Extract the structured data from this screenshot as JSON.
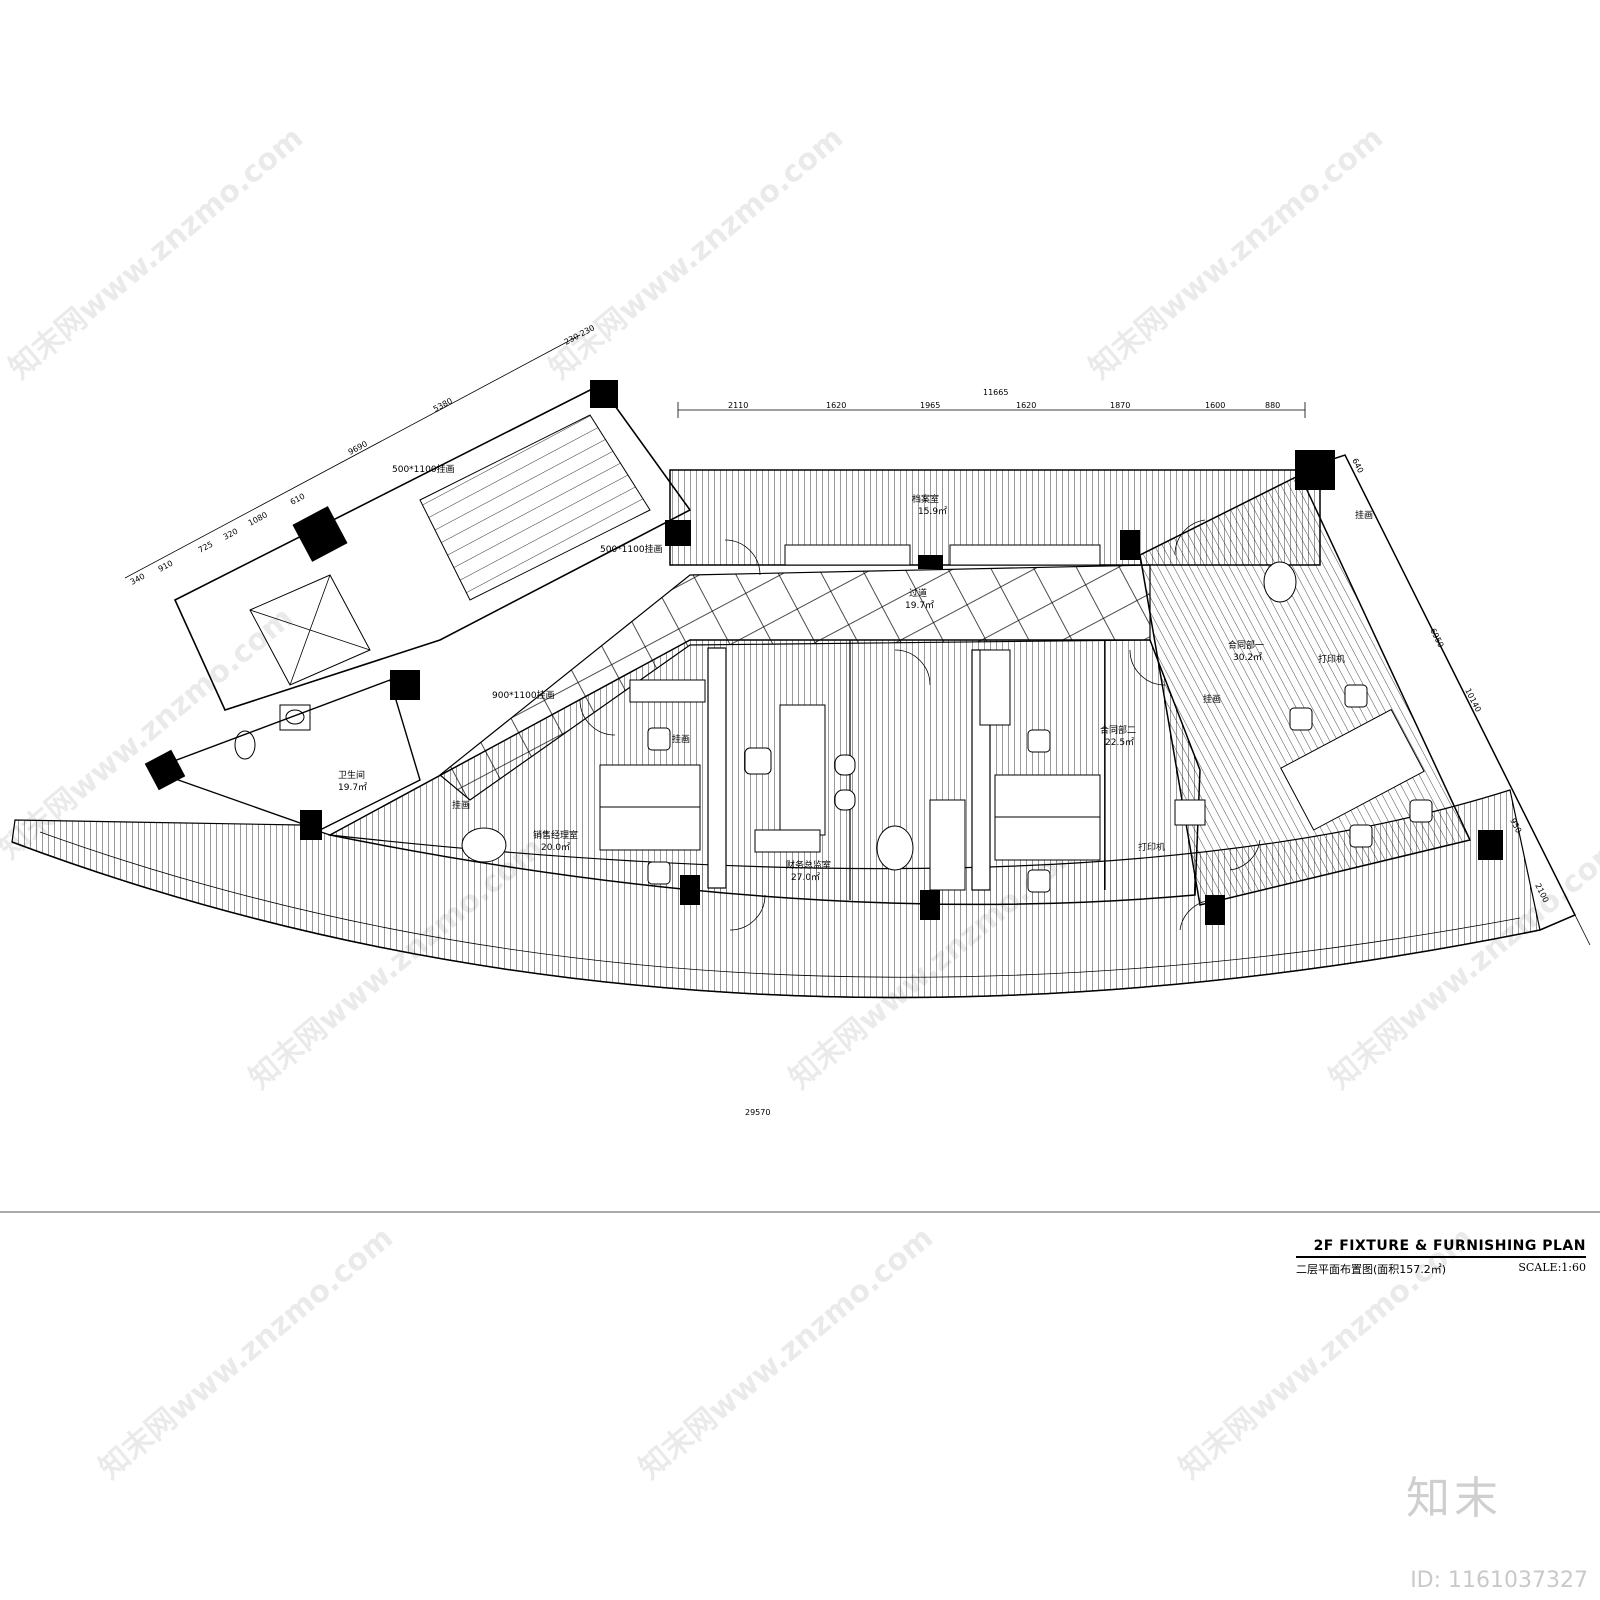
{
  "drawing": {
    "top_dimension_total": "11665",
    "top_dimensions": [
      "2110",
      "1620",
      "1965",
      "1620",
      "1870",
      "1600",
      "880"
    ],
    "left_dimension_total": "9690",
    "left_dimension_5380": "5380",
    "left_dimensions": [
      "340",
      "910",
      "725",
      "320",
      "1080",
      "610"
    ],
    "left_dimension_corner": "230 230",
    "right_dimension_total": "10140",
    "right_dimensions": [
      "640",
      "6950",
      "950",
      "2100"
    ],
    "bottom_dimension": "29570"
  },
  "labels": {
    "hanging_1": "500*1100挂画",
    "hanging_2": "500*1100挂画",
    "hanging_3": "900*1100挂画",
    "hang_sales": "挂画",
    "hang_sales2": "挂画",
    "hang_contract1_top": "挂画",
    "hang_contract1_mid": "挂画",
    "printer_1": "打印机",
    "printer_2": "打印机"
  },
  "rooms": {
    "archive": {
      "name": "档案室",
      "area": "15.9㎡"
    },
    "corridor": {
      "name": "过道",
      "area": "19.7㎡"
    },
    "contract1": {
      "name": "合同部一",
      "area": "30.2㎡"
    },
    "contract2": {
      "name": "合同部二",
      "area": "22.5㎡"
    },
    "sales": {
      "name": "销售经理室",
      "area": "20.0㎡"
    },
    "finance": {
      "name": "财务总监室",
      "area": "27.0㎡"
    },
    "toilet": {
      "name": "卫生间",
      "area": "19.7㎡"
    }
  },
  "title_block": {
    "title_en": "2F FIXTURE & FURNISHING PLAN",
    "title_cn": "二层平面布置图(面积157.2㎡)",
    "scale": "SCALE:1:60"
  },
  "watermark": {
    "text": "知末网www.znzmo.com",
    "logo": "知末",
    "id": "ID: 1161037327"
  }
}
